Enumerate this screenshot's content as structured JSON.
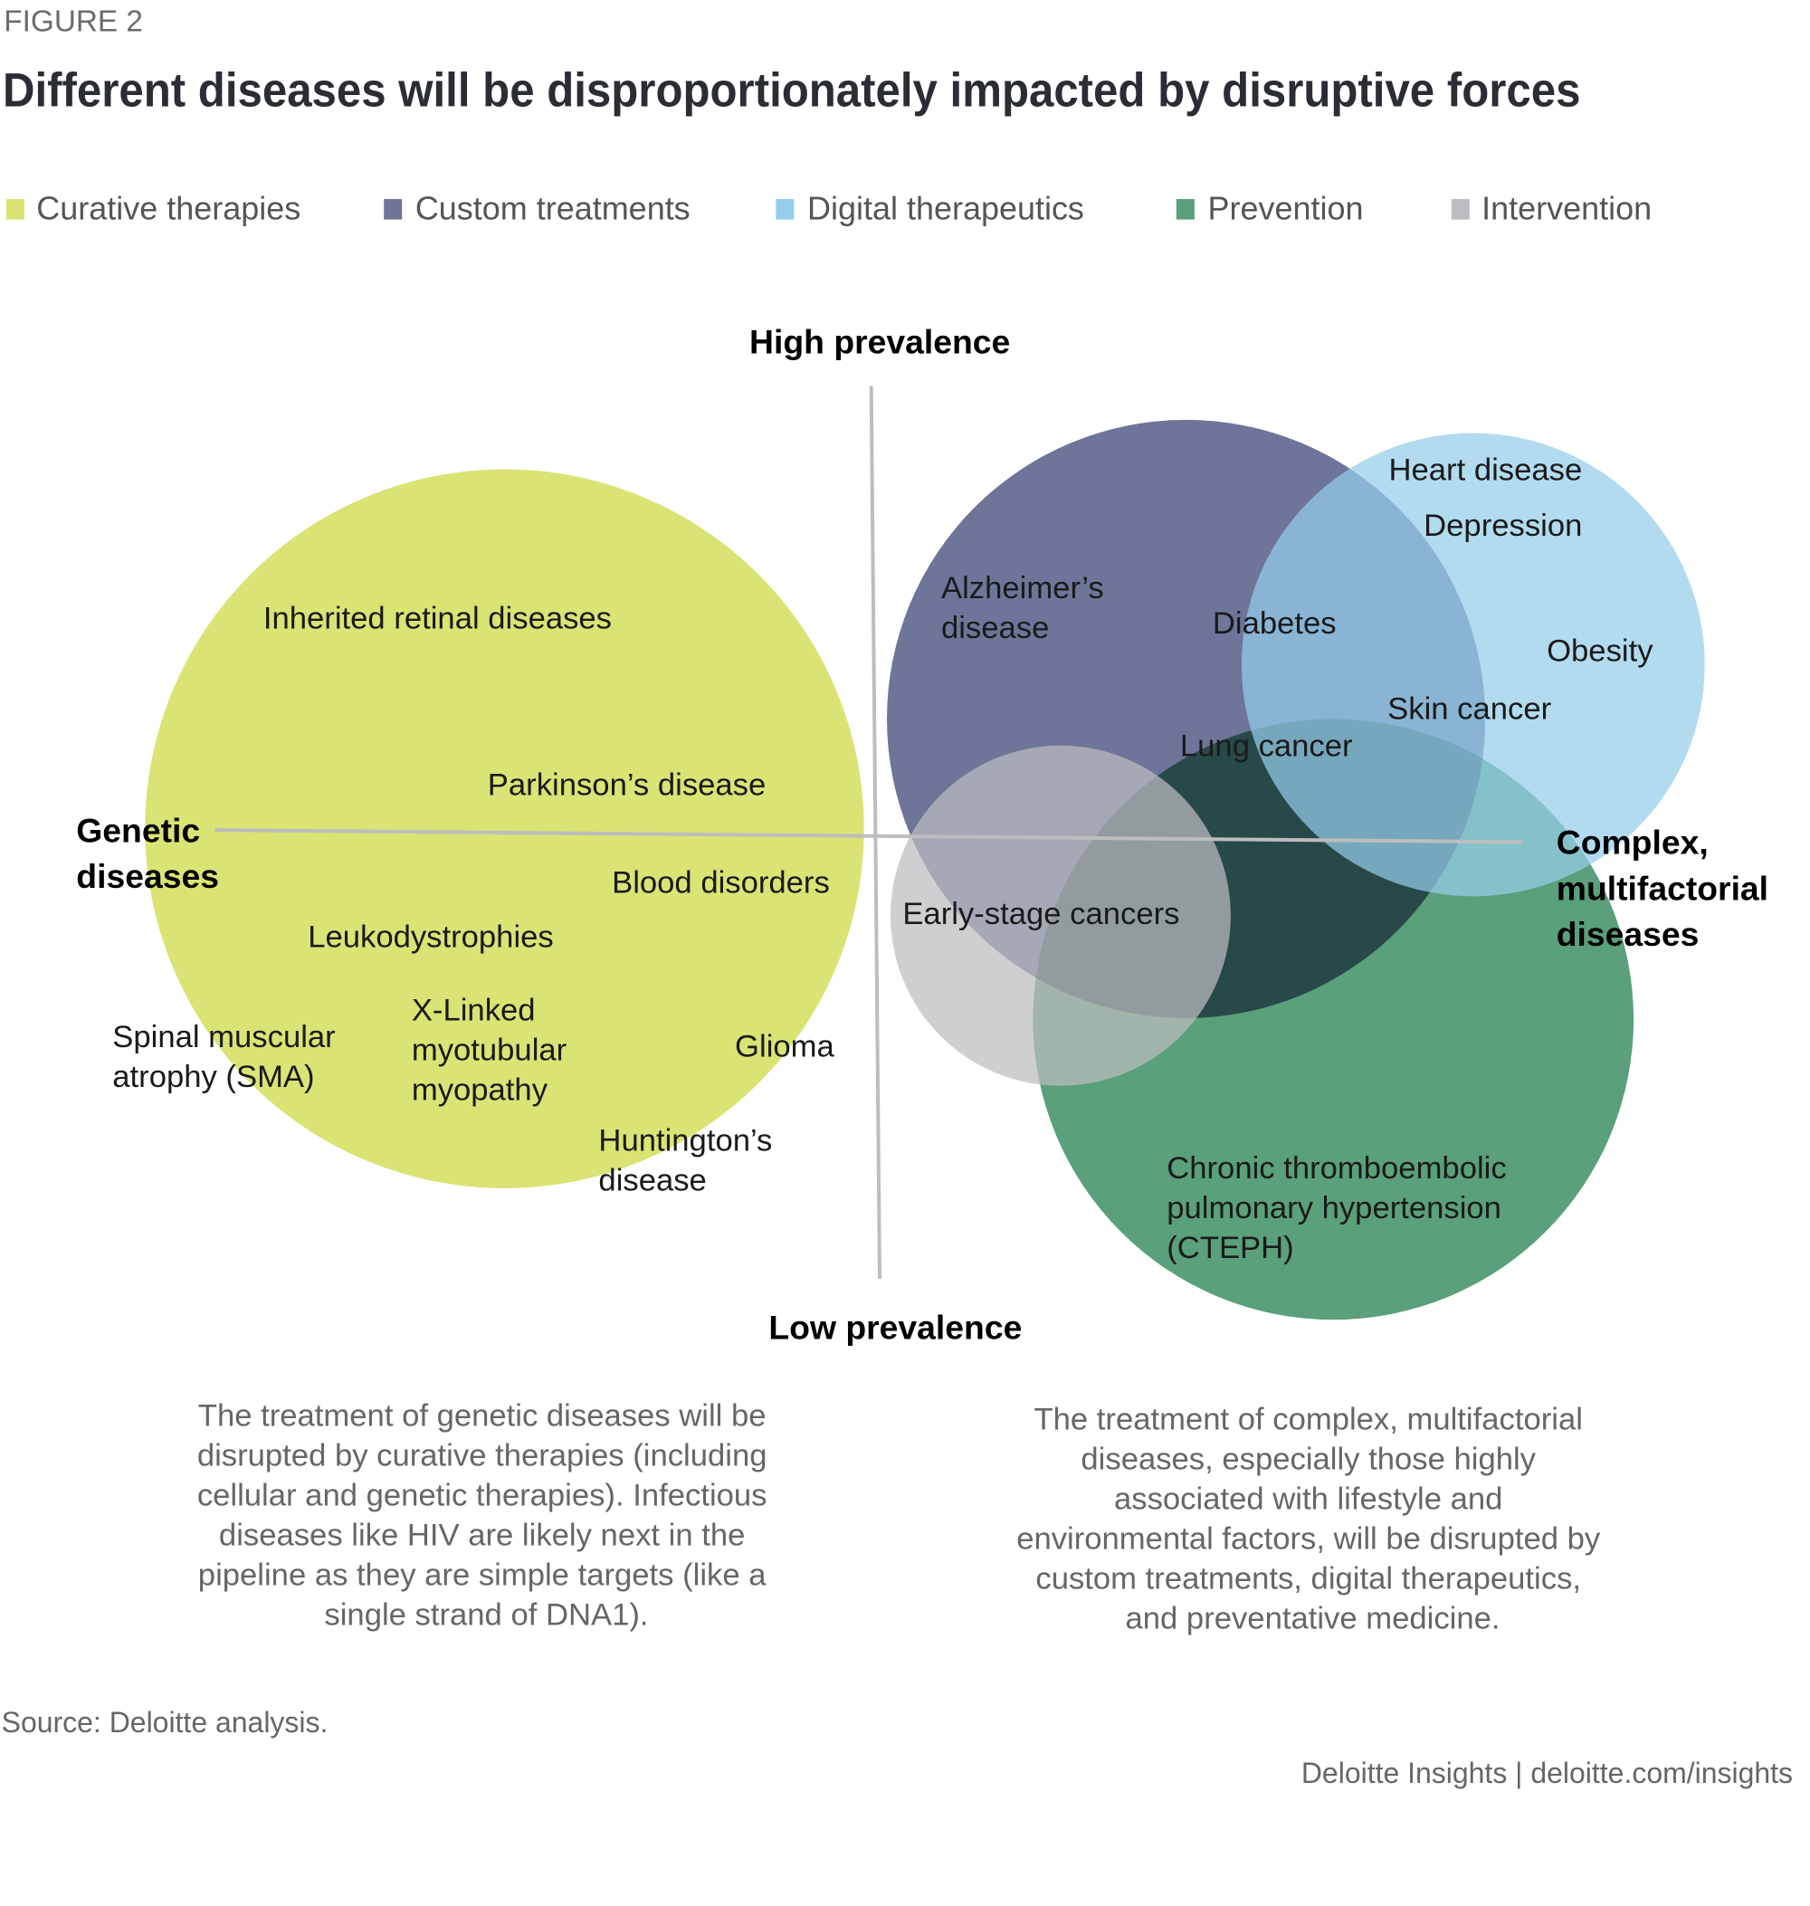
{
  "figure_label": "FIGURE 2",
  "title": "Different diseases will be disproportionately impacted by disruptive forces",
  "legend": [
    {
      "label": "Curative therapies",
      "color": "#d9e474"
    },
    {
      "label": "Custom treatments",
      "color": "#6e7599"
    },
    {
      "label": "Digital therapeutics",
      "color": "#94cdea"
    },
    {
      "label": "Prevention",
      "color": "#5aa07a"
    },
    {
      "label": "Intervention",
      "color": "#bcbdc0"
    }
  ],
  "axes": {
    "top": "High prevalence",
    "bottom": "Low prevalence",
    "left": [
      "Genetic",
      "diseases"
    ],
    "right": [
      "Complex,",
      "multifactorial",
      "diseases"
    ]
  },
  "labels": {
    "inherited_retinal": "Inherited retinal diseases",
    "parkinsons": "Parkinson’s disease",
    "blood": "Blood disorders",
    "leuko": "Leukodystrophies",
    "sma": [
      "Spinal muscular",
      "atrophy (SMA)"
    ],
    "xlinked": [
      "X-Linked",
      "myotubular",
      "myopathy"
    ],
    "glioma": "Glioma",
    "huntington": [
      "Huntington’s",
      "disease"
    ],
    "alzheimers": [
      "Alzheimer’s",
      "disease"
    ],
    "diabetes": "Diabetes",
    "heart": "Heart disease",
    "depression": "Depression",
    "obesity": "Obesity",
    "skin": "Skin cancer",
    "lung": "Lung cancer",
    "early": "Early-stage cancers",
    "cteph": [
      "Chronic thromboembolic",
      "pulmonary hypertension",
      "(CTEPH)"
    ]
  },
  "notes": {
    "left": [
      "The treatment of genetic diseases will be",
      "disrupted by curative therapies (including",
      "cellular and genetic therapies). Infectious",
      "diseases like HIV are likely next in the",
      "pipeline as they are simple targets (like a",
      "single strand of DNA1)."
    ],
    "right": [
      "The treatment of complex, multifactorial",
      "diseases, especially those highly",
      "associated with lifestyle and",
      "environmental factors, will be disrupted by",
      "custom treatments, digital therapeutics,",
      "and preventative medicine."
    ]
  },
  "source": "Source: Deloitte analysis.",
  "credit": "Deloitte Insights | deloitte.com/insights"
}
